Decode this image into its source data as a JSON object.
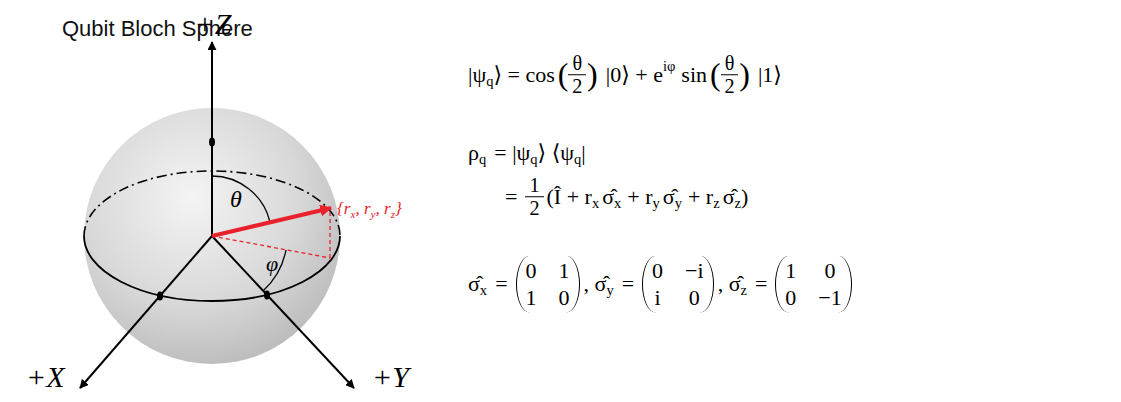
{
  "diagram": {
    "title": "Qubit Bloch Sphere",
    "labels": [
      "+Z",
      "+X",
      "+Y",
      "θ",
      "φ",
      "{r",
      "x",
      ", r",
      "y",
      ", r",
      "z",
      "}",
      "|ψ",
      "q",
      "⟩ = cos",
      "(",
      "θ",
      "2",
      ")",
      "|0⟩ + e",
      "iφ",
      "sin",
      "(",
      "θ",
      "2",
      ")",
      "|1⟩",
      "ρ",
      "q",
      "= |ψ",
      "q",
      "⟩ ⟨ψ",
      "q",
      "|",
      "=",
      "1",
      "2",
      "(Î + r",
      "x",
      "σ̂",
      "x",
      "+ r",
      "y",
      "σ̂",
      "y",
      "+ r",
      "z",
      "σ̂",
      "z",
      ")",
      "σ̂",
      "x",
      "=",
      "0",
      "1",
      "1",
      "0",
      ", σ̂",
      "y",
      "=",
      "0",
      "−i",
      "i",
      "0",
      ", σ̂",
      "z",
      "=",
      "1",
      "0",
      "0",
      "−1"
    ]
  }
}
